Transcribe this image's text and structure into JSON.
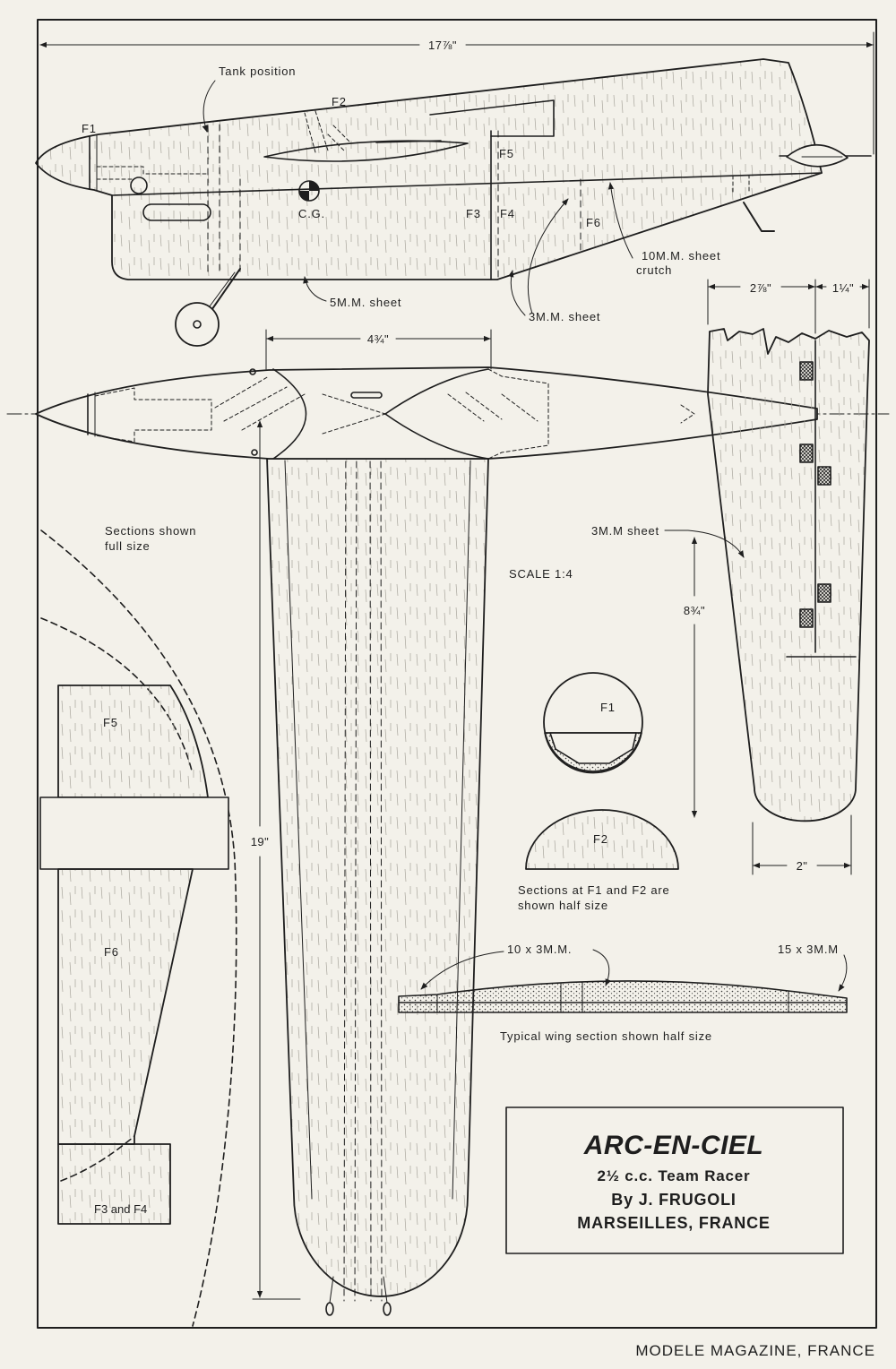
{
  "dimensions": {
    "overall_length": "17⅞\"",
    "wing_root": "4¾\"",
    "wing_half_span": "19\"",
    "tail_chord_fixed": "2⅞\"",
    "tail_chord_elevator": "1¼\"",
    "tail_half_span": "8¾\"",
    "tail_tip": "2\""
  },
  "side_view": {
    "tank_position": "Tank position",
    "former_f1": "F1",
    "former_f2": "F2",
    "former_f3": "F3",
    "former_f4": "F4",
    "former_f5": "F5",
    "former_f6": "F6",
    "cg": "C.G.",
    "crutch_line1": "10M.M. sheet",
    "crutch_line2": "crutch",
    "side_sheet": "5M.M. sheet",
    "tail_sheet": "3M.M. sheet"
  },
  "tailplane": {
    "sheet": "3M.M sheet"
  },
  "scale": "SCALE 1:4",
  "full_size_sections": {
    "note_line1": "Sections shown",
    "note_line2": "full size",
    "f5": "F5",
    "f6": "F6",
    "f3_f4": "F3 and F4"
  },
  "half_size_sections": {
    "f1": "F1",
    "f2": "F2",
    "note_line1": "Sections at F1 and F2 are",
    "note_line2": "shown half size"
  },
  "wing_section": {
    "leading_edge": "10 x 3M.M.",
    "trailing_edge": "15 x 3M.M",
    "caption": "Typical wing section shown half size"
  },
  "title_block": {
    "name": "ARC-EN-CIEL",
    "class": "2½ c.c. Team Racer",
    "designer": "By J. FRUGOLI",
    "location": "MARSEILLES, FRANCE"
  },
  "credit": "MODELE MAGAZINE, FRANCE",
  "colors": {
    "paper": "#f3f1ea",
    "ink": "#1e1e1e"
  }
}
